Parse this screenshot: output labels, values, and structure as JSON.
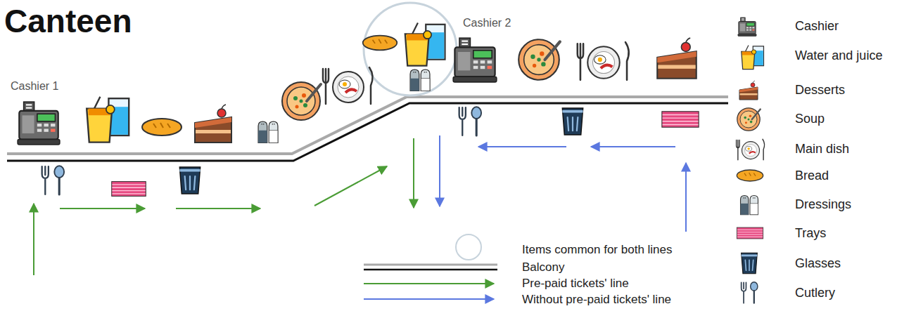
{
  "diagram": {
    "title": "Canteen",
    "labels": [
      "Cashier 1",
      "Cashier 2"
    ],
    "legend": [
      {
        "text": "Cashier"
      },
      {
        "text": "Water and juice"
      },
      {
        "text": "Desserts"
      },
      {
        "text": "Soup"
      },
      {
        "text": "Main dish"
      },
      {
        "text": "Bread"
      },
      {
        "text": "Dressings"
      },
      {
        "text": "Trays"
      },
      {
        "text": "Glasses"
      },
      {
        "text": "Cutlery"
      },
      {
        "text": "Items common for both lines"
      },
      {
        "text": "Balcony"
      },
      {
        "text": "Pre-paid tickets' line"
      },
      {
        "text": "Without pre-paid tickets' line"
      }
    ]
  }
}
